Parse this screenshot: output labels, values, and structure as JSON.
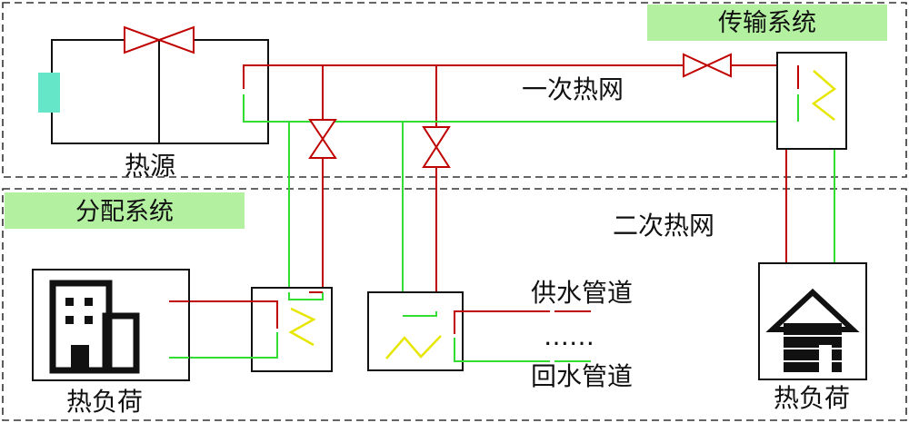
{
  "labels": {
    "heat_source": "热源",
    "transmission_system": "传输系统",
    "distribution_system": "分配系统",
    "primary_network": "一次热网",
    "secondary_network": "二次热网",
    "supply_pipe": "供水管道",
    "return_pipe": "回水管道",
    "ellipsis": "……",
    "heat_load_left": "热负荷",
    "heat_load_right": "热负荷"
  },
  "colors": {
    "supply": "#c00000",
    "return": "#33dd33",
    "valve": "#c00000",
    "exchanger_coil": "#e6e600",
    "heat_source_block": "#66e6c8",
    "tag_fill": "#b3f0a0",
    "outline": "#111111"
  }
}
